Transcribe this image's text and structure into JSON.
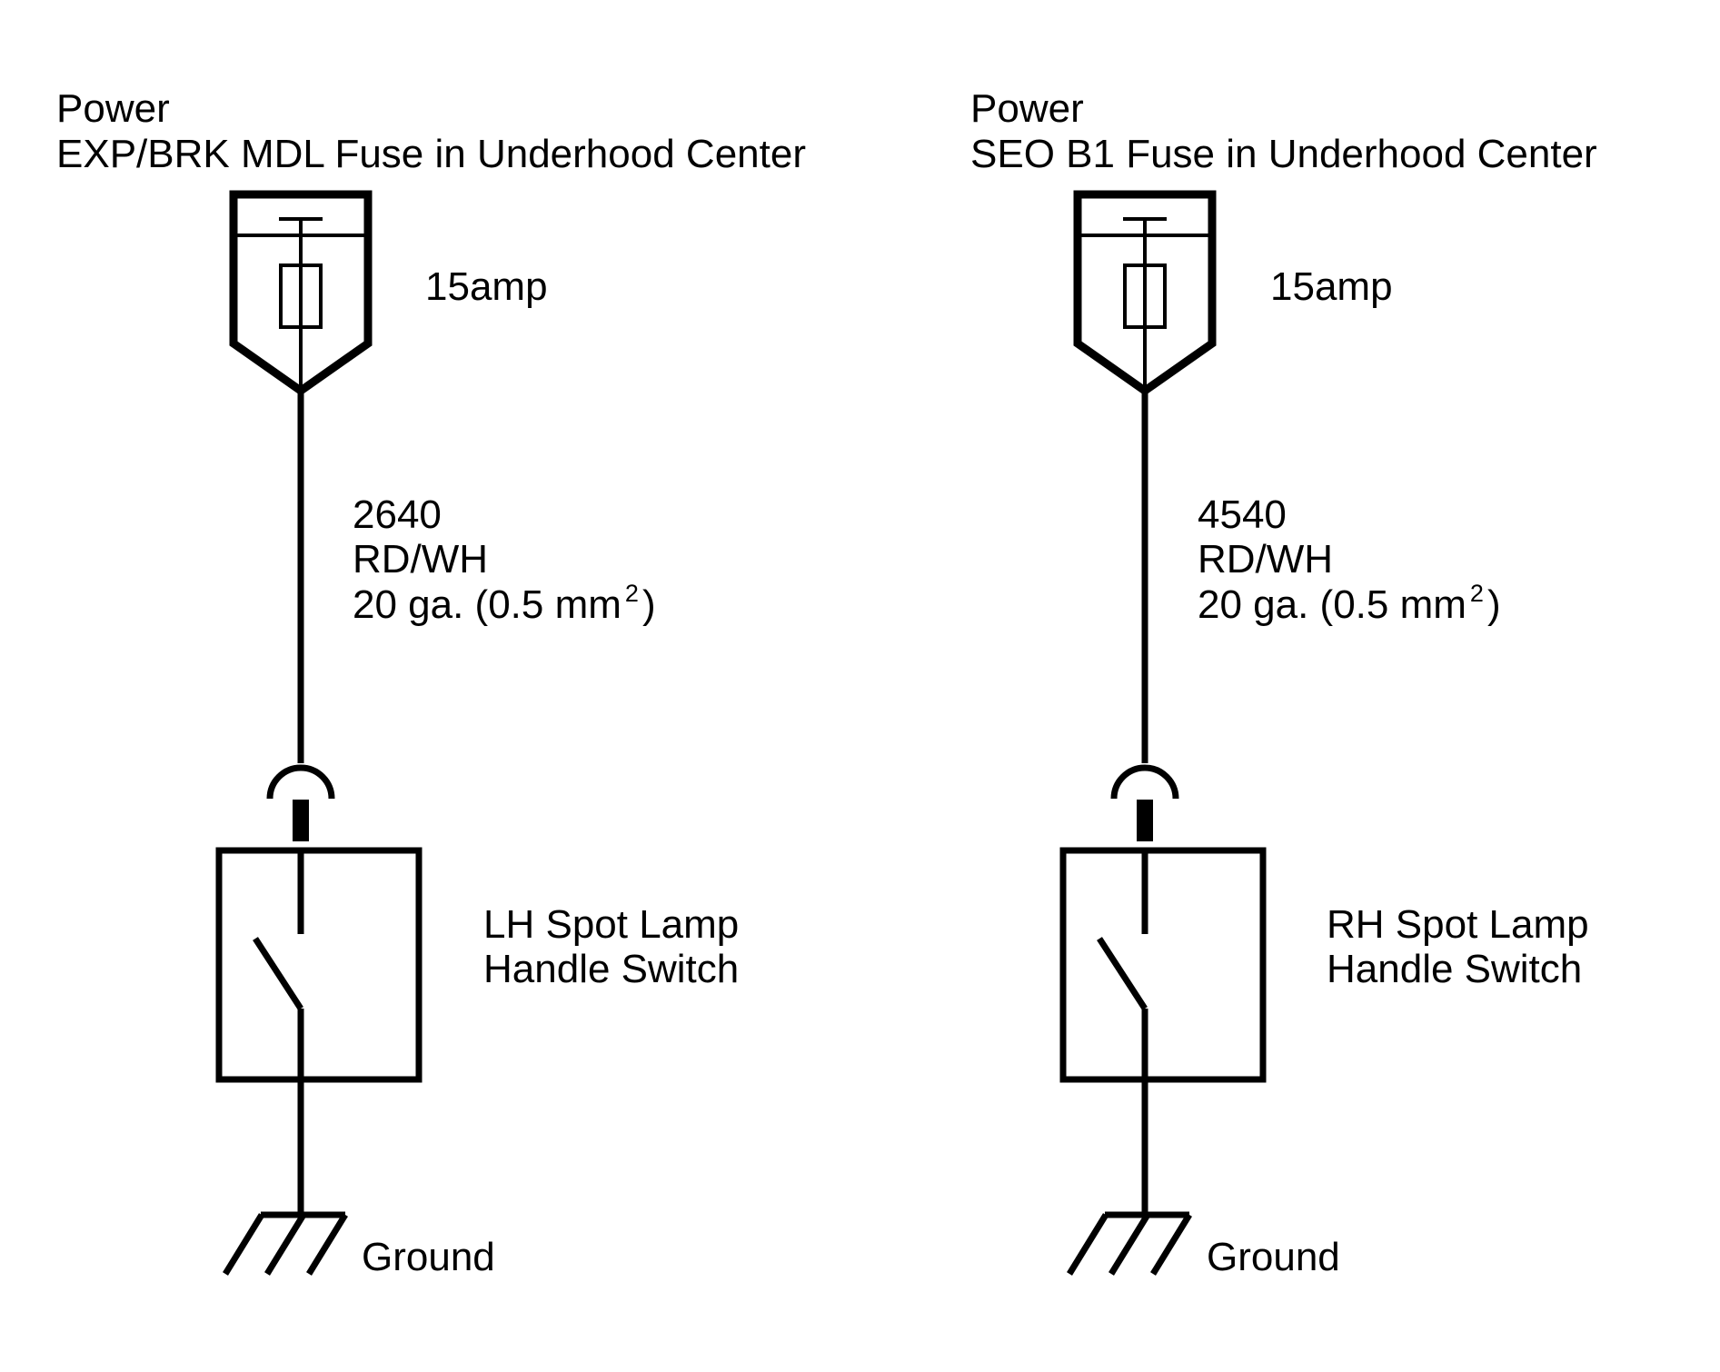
{
  "circuits": [
    {
      "power_label": "Power",
      "fuse_location": "EXP/BRK MDL Fuse in Underhood Center",
      "fuse_rating": "15amp",
      "wire_circuit": "2640",
      "wire_color": "RD/WH",
      "wire_gauge": "20 ga. (0.5 mm",
      "wire_gauge_sup": "2",
      "wire_gauge_close": ")",
      "switch_line1": "LH Spot Lamp",
      "switch_line2": "Handle Switch",
      "ground_label": "Ground"
    },
    {
      "power_label": "Power",
      "fuse_location": "SEO B1 Fuse in Underhood Center",
      "fuse_rating": "15amp",
      "wire_circuit": "4540",
      "wire_color": "RD/WH",
      "wire_gauge": "20 ga. (0.5 mm",
      "wire_gauge_sup": "2",
      "wire_gauge_close": ")",
      "switch_line1": "RH Spot Lamp",
      "switch_line2": "Handle Switch",
      "ground_label": "Ground"
    }
  ],
  "colors": {
    "line": "#000000",
    "background": "#ffffff"
  }
}
